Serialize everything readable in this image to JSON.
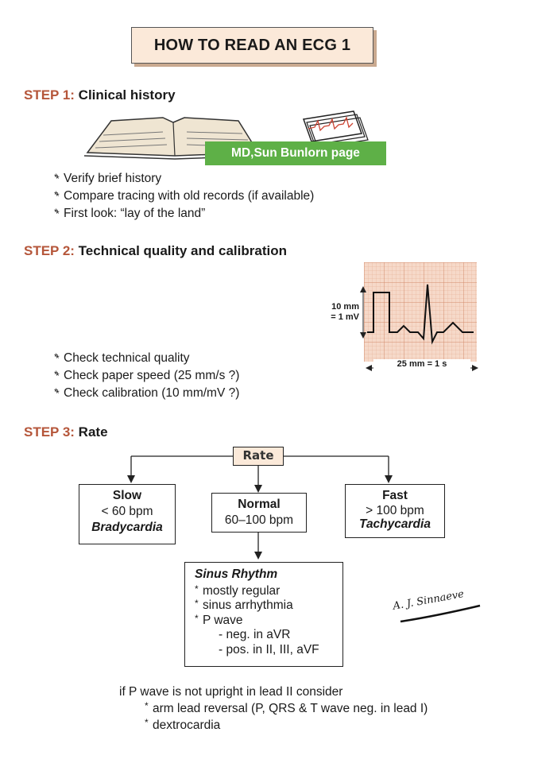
{
  "title": "HOW TO READ AN ECG  1",
  "step1": {
    "label": "STEP 1:",
    "heading": "Clinical history",
    "badge": "MD,Sun Bunlorn page",
    "bullets": [
      "Verify brief history",
      "Compare tracing with old records (if available)",
      "First look: “lay of the land”"
    ]
  },
  "step2": {
    "label": "STEP 2:",
    "heading": "Technical quality and calibration",
    "cal_line1": "10 mm",
    "cal_line2": "= 1 mV",
    "speed_label": "25 mm = 1 s",
    "bullets": [
      "Check technical quality",
      "Check paper speed (25 mm/s ?)",
      "Check calibration (10 mm/mV ?)"
    ]
  },
  "step3": {
    "label": "STEP 3:",
    "heading": "Rate",
    "rate_box": "Rate",
    "slow": {
      "title": "Slow",
      "value": "< 60 bpm",
      "name": "Bradycardia"
    },
    "normal": {
      "title": "Normal",
      "value": "60–100 bpm"
    },
    "fast": {
      "title": "Fast",
      "value": "> 100 bpm",
      "name": "Tachycardia"
    },
    "sinus": {
      "title": "Sinus Rhythm",
      "items": [
        "mostly regular",
        "sinus arrhythmia",
        "P wave"
      ],
      "subitems": [
        "- neg. in aVR",
        "- pos. in II, III, aVF"
      ]
    },
    "signature": "A. J. Sinnaeve",
    "note": "if P wave is not upright in lead II consider",
    "note_items": [
      "arm lead reversal (P, QRS & T wave neg. in lead I)",
      "dextrocardia"
    ]
  },
  "colors": {
    "step_accent": "#b5563a",
    "badge_green": "#5eb047",
    "title_bg": "#fbe9d9",
    "grid_bg": "#f6d9c9"
  }
}
